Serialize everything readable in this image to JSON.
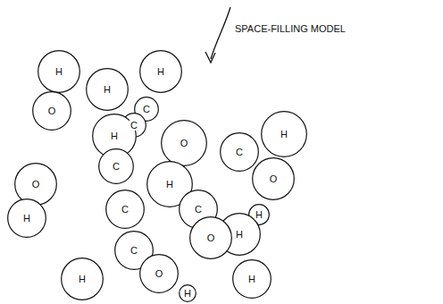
{
  "diagram": {
    "nodes": [
      {
        "text": [
          "H"
        ]
      },
      {
        "text": [
          "H"
        ]
      },
      {
        "text": [
          "H"
        ]
      },
      {
        "text": [
          "O"
        ]
      },
      {
        "text": [
          "C"
        ]
      },
      {
        "text": [
          "C"
        ]
      },
      {
        "text": [
          "H"
        ]
      },
      {
        "text": [
          "H"
        ]
      },
      {
        "text": [
          "O"
        ]
      },
      {
        "text": [
          "C"
        ]
      },
      {
        "text": [
          "C"
        ]
      },
      {
        "text": [
          "O"
        ]
      },
      {
        "text": [
          "H"
        ]
      },
      {
        "text": [
          "O"
        ]
      },
      {
        "text": [
          "C"
        ]
      },
      {
        "text": [
          "C"
        ]
      },
      {
        "text": [
          "H"
        ]
      },
      {
        "text": [
          "H"
        ]
      },
      {
        "text": [
          "H"
        ]
      },
      {
        "text": [
          "O"
        ]
      },
      {
        "text": [
          "C"
        ]
      },
      {
        "text": [
          "O"
        ]
      },
      {
        "text": [
          "H"
        ]
      },
      {
        "text": [
          "H"
        ]
      },
      {
        "text": [
          "H"
        ]
      }
    ],
    "labels": [
      "SPACE-FILLING MODEL"
    ]
  }
}
